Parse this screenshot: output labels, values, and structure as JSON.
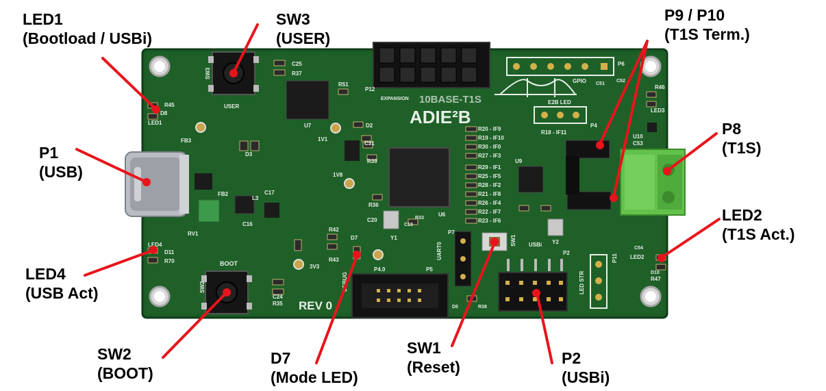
{
  "callouts": {
    "led1": {
      "name": "LED1",
      "desc": "(Bootload / USBi)"
    },
    "sw3": {
      "name": "SW3",
      "desc": "(USER)"
    },
    "p9p10": {
      "name": "P9 / P10",
      "desc": "(T1S Term.)"
    },
    "p1": {
      "name": "P1",
      "desc": "(USB)"
    },
    "p8": {
      "name": "P8",
      "desc": "(T1S)"
    },
    "led2": {
      "name": "LED2",
      "desc": "(T1S Act.)"
    },
    "led4": {
      "name": "LED4",
      "desc": "(USB Act)"
    },
    "sw2": {
      "name": "SW2",
      "desc": "(BOOT)"
    },
    "d7": {
      "name": "D7",
      "desc": "(Mode LED)"
    },
    "sw1": {
      "name": "SW1",
      "desc": "(Reset)"
    },
    "p2": {
      "name": "P2",
      "desc": "(USBi)"
    }
  },
  "board": {
    "brand": "ADIE²B",
    "product": "10BASE-T1S",
    "revision": "REV 0",
    "silk": {
      "gpio": "GPIO",
      "e2b_led": "E2B LED",
      "expansion": "EXPANSION",
      "p12": "P12",
      "user": "USER",
      "boot": "BOOT",
      "debug": "DEBUG",
      "uart0": "UART0",
      "usbi": "USBi",
      "led_str": "LED STR",
      "led1": "LED1",
      "led2": "LED2",
      "led3": "LED3",
      "led4": "LED4",
      "u7": "U7",
      "u9": "U9",
      "u6": "U6",
      "y1": "Y1",
      "y2": "Y2",
      "sw1": "SW1",
      "sw2": "SW2",
      "sw3": "SW3",
      "p2": "P2",
      "p4": "P4",
      "p5": "P5",
      "p6": "P6",
      "p7": "P7",
      "p11": "P11",
      "p4_0": "P4.0",
      "rv1": "RV1",
      "v1v8": "1V8",
      "v1v1": "1V1",
      "v3v3": "3V3",
      "fb2": "FB2",
      "fb3": "FB3",
      "l3": "L3",
      "c16": "C16",
      "c17": "C17",
      "c20": "C20",
      "c19": "C19",
      "r33": "R33",
      "d2": "D2",
      "d3": "D3",
      "d5": "D5",
      "d7": "D7",
      "d8": "D8",
      "d11": "D11",
      "r36": "R36",
      "r38": "R38",
      "r39": "R39",
      "r42": "R42",
      "r43": "R43",
      "r45": "R45",
      "r46": "R46",
      "r47": "R47",
      "r51": "R51",
      "r70": "R70",
      "c24": "C24",
      "c25": "C25",
      "c31": "C31",
      "c51": "C51",
      "c52": "C52",
      "c53": "C53",
      "c54": "C54",
      "u10": "U10",
      "d10": "D10",
      "r37": "R37",
      "r35": "R35",
      "r18_if11": "R18 - IF11",
      "if_left": [
        "R20 - IF9",
        "R19 - IF10",
        "R30 - IF0",
        "R27 - IF3"
      ],
      "if_right": [
        "R29 - IF1",
        "R25 - IF5",
        "R28 - IF2",
        "R21 - IF8",
        "R26 - IF4",
        "R22 - IF7",
        "R23 - IF6"
      ]
    }
  },
  "colors": {
    "pcb": "#1a5a26",
    "pcb_edge": "#10401a",
    "arrow": "#e8141b",
    "terminal": "#63c24c",
    "usb_metal": "#b9bcc2"
  }
}
